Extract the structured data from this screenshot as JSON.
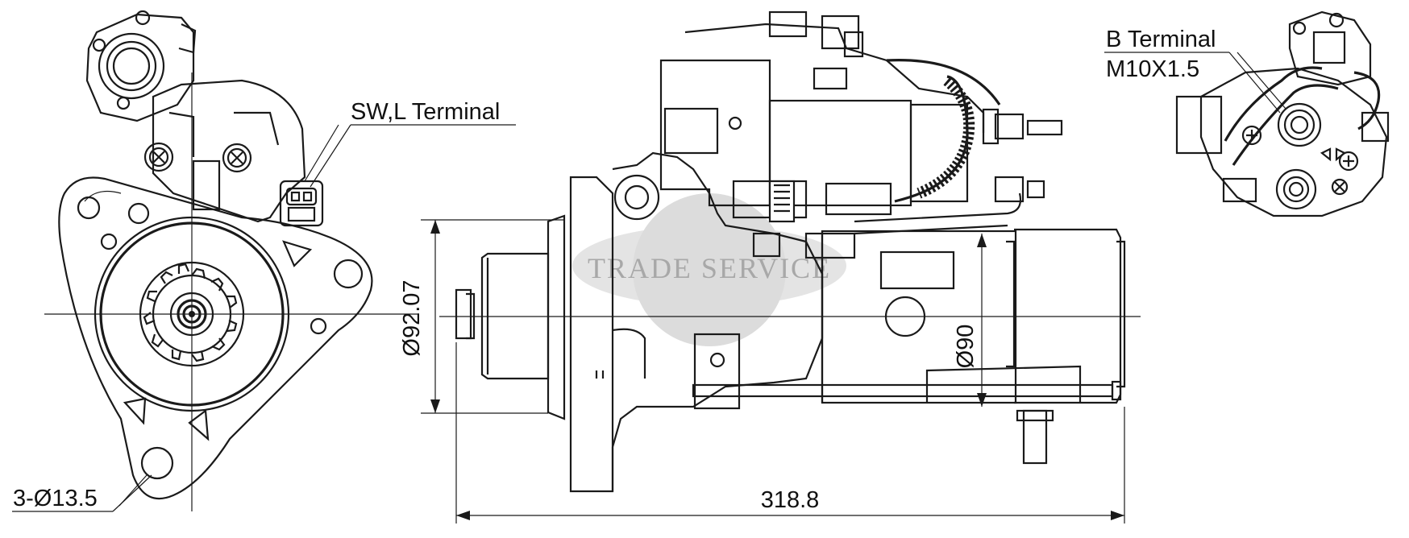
{
  "labels": {
    "sw_l_terminal": "SW,L Terminal",
    "b_terminal": "B Terminal",
    "b_terminal_thread": "M10X1.5",
    "mount_holes": "3-Ø13.5",
    "diameter_flange": "Ø92.07",
    "diameter_body": "Ø90",
    "overall_length": "318.8"
  },
  "watermark": {
    "text": "TRADE SERVICE",
    "color": "#b0b0b0"
  },
  "colors": {
    "line": "#1a1a1a",
    "background": "#ffffff",
    "watermark_circle": "#d9d9d9"
  }
}
